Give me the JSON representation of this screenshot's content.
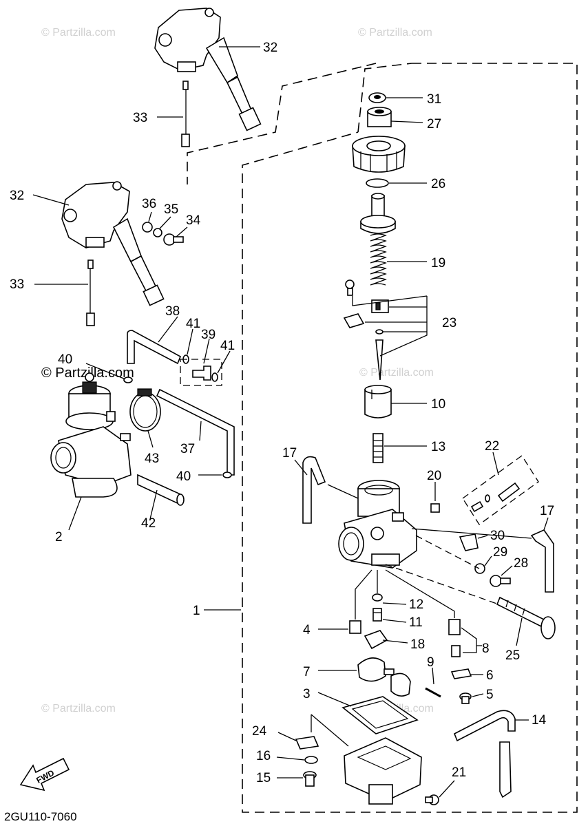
{
  "watermarks": {
    "top_left": "© Partzilla.com",
    "top_right": "© Partzilla.com",
    "mid_left": "© Partzilla.com",
    "mid_right": "© Partzilla.com",
    "bottom_left": "© Partzilla.com",
    "bottom_right": "© Partzilla.com"
  },
  "callouts": {
    "c32a": "32",
    "c33a": "33",
    "c32b": "32",
    "c33b": "33",
    "c36": "36",
    "c35": "35",
    "c34": "34",
    "c38": "38",
    "c41a": "41",
    "c39": "39",
    "c41b": "41",
    "c40a": "40",
    "c43": "43",
    "c37": "37",
    "c40b": "40",
    "c42": "42",
    "c2": "2",
    "c1": "1",
    "c31": "31",
    "c27": "27",
    "c26": "26",
    "c19": "19",
    "c23": "23",
    "c10": "10",
    "c13": "13",
    "c17a": "17",
    "c22": "22",
    "c20": "20",
    "c17b": "17",
    "c30": "30",
    "c29": "29",
    "c28": "28",
    "c12": "12",
    "c11": "11",
    "c4": "4",
    "c18": "18",
    "c8": "8",
    "c25": "25",
    "c7": "7",
    "c9": "9",
    "c6": "6",
    "c3": "3",
    "c5": "5",
    "c14": "14",
    "c24": "24",
    "c16": "16",
    "c15": "15",
    "c21": "21"
  },
  "fwd_label": "FWD",
  "diagram_code": "2GU110-7060"
}
